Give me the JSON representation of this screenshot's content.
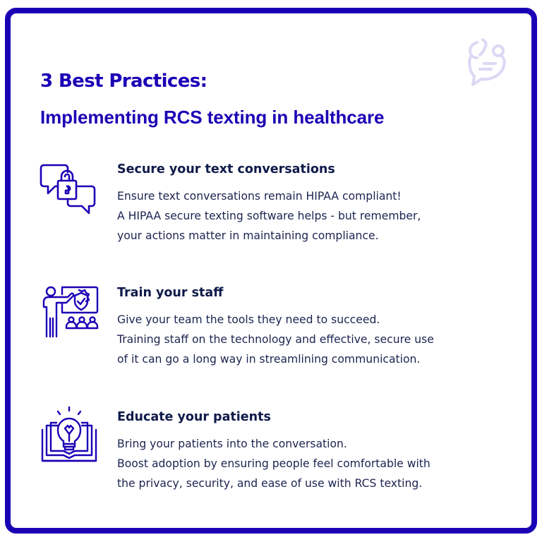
{
  "colors": {
    "brand": "#1a00b5",
    "heading_text": "#0f1a4a",
    "body_text": "#1b2450",
    "watermark": "#dcd8f5"
  },
  "header": {
    "title": "3 Best Practices:",
    "subtitle": "Implementing RCS texting in healthcare",
    "watermark_icon": "stethoscope-chat-bubble-icon"
  },
  "sections": [
    {
      "icon": "chat-bubbles-lock-icon",
      "heading": "Secure your text conversations",
      "lines": [
        "Ensure text conversations remain HIPAA compliant!",
        "A HIPAA secure texting software helps - but remember,",
        "your actions matter in maintaining compliance."
      ]
    },
    {
      "icon": "trainer-presentation-icon",
      "heading": "Train your staff",
      "lines": [
        "Give your team the tools they need to succeed.",
        "Training staff on the technology and effective, secure use",
        "of it can go a long way in streamlining communication."
      ]
    },
    {
      "icon": "lightbulb-book-icon",
      "heading": "Educate your patients",
      "lines": [
        "Bring your patients into the conversation.",
        "Boost adoption by ensuring people feel comfortable with",
        "the privacy, security, and ease of use with RCS texting."
      ]
    }
  ]
}
